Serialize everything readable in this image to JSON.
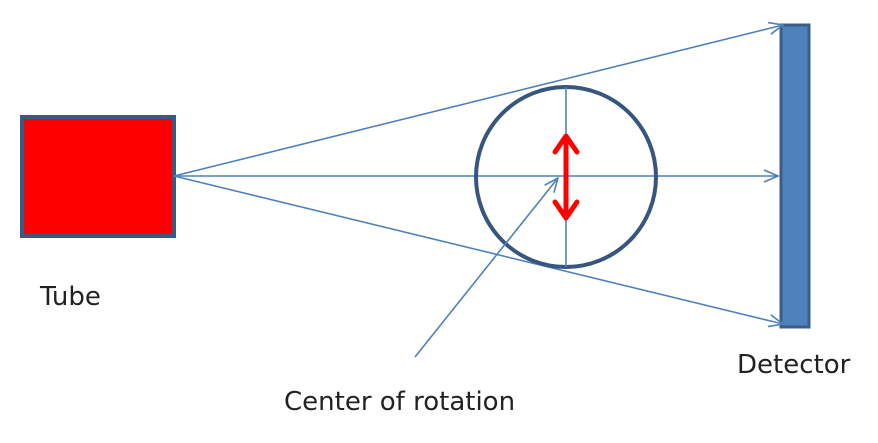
{
  "labels": {
    "tube": "Tube",
    "detector": "Detector",
    "center_of_rotation": "Center of rotation"
  },
  "colors": {
    "tube_fill": "#ff0000",
    "tube_border": "#3b5a80",
    "detector_fill": "#4f81bd",
    "detector_border": "#385d8a",
    "circle_stroke": "#36557f",
    "ray_stroke": "#4f81bd",
    "motion_arrow": "#ff0000"
  },
  "icons": {
    "motion": "double-headed-vertical-arrow"
  }
}
